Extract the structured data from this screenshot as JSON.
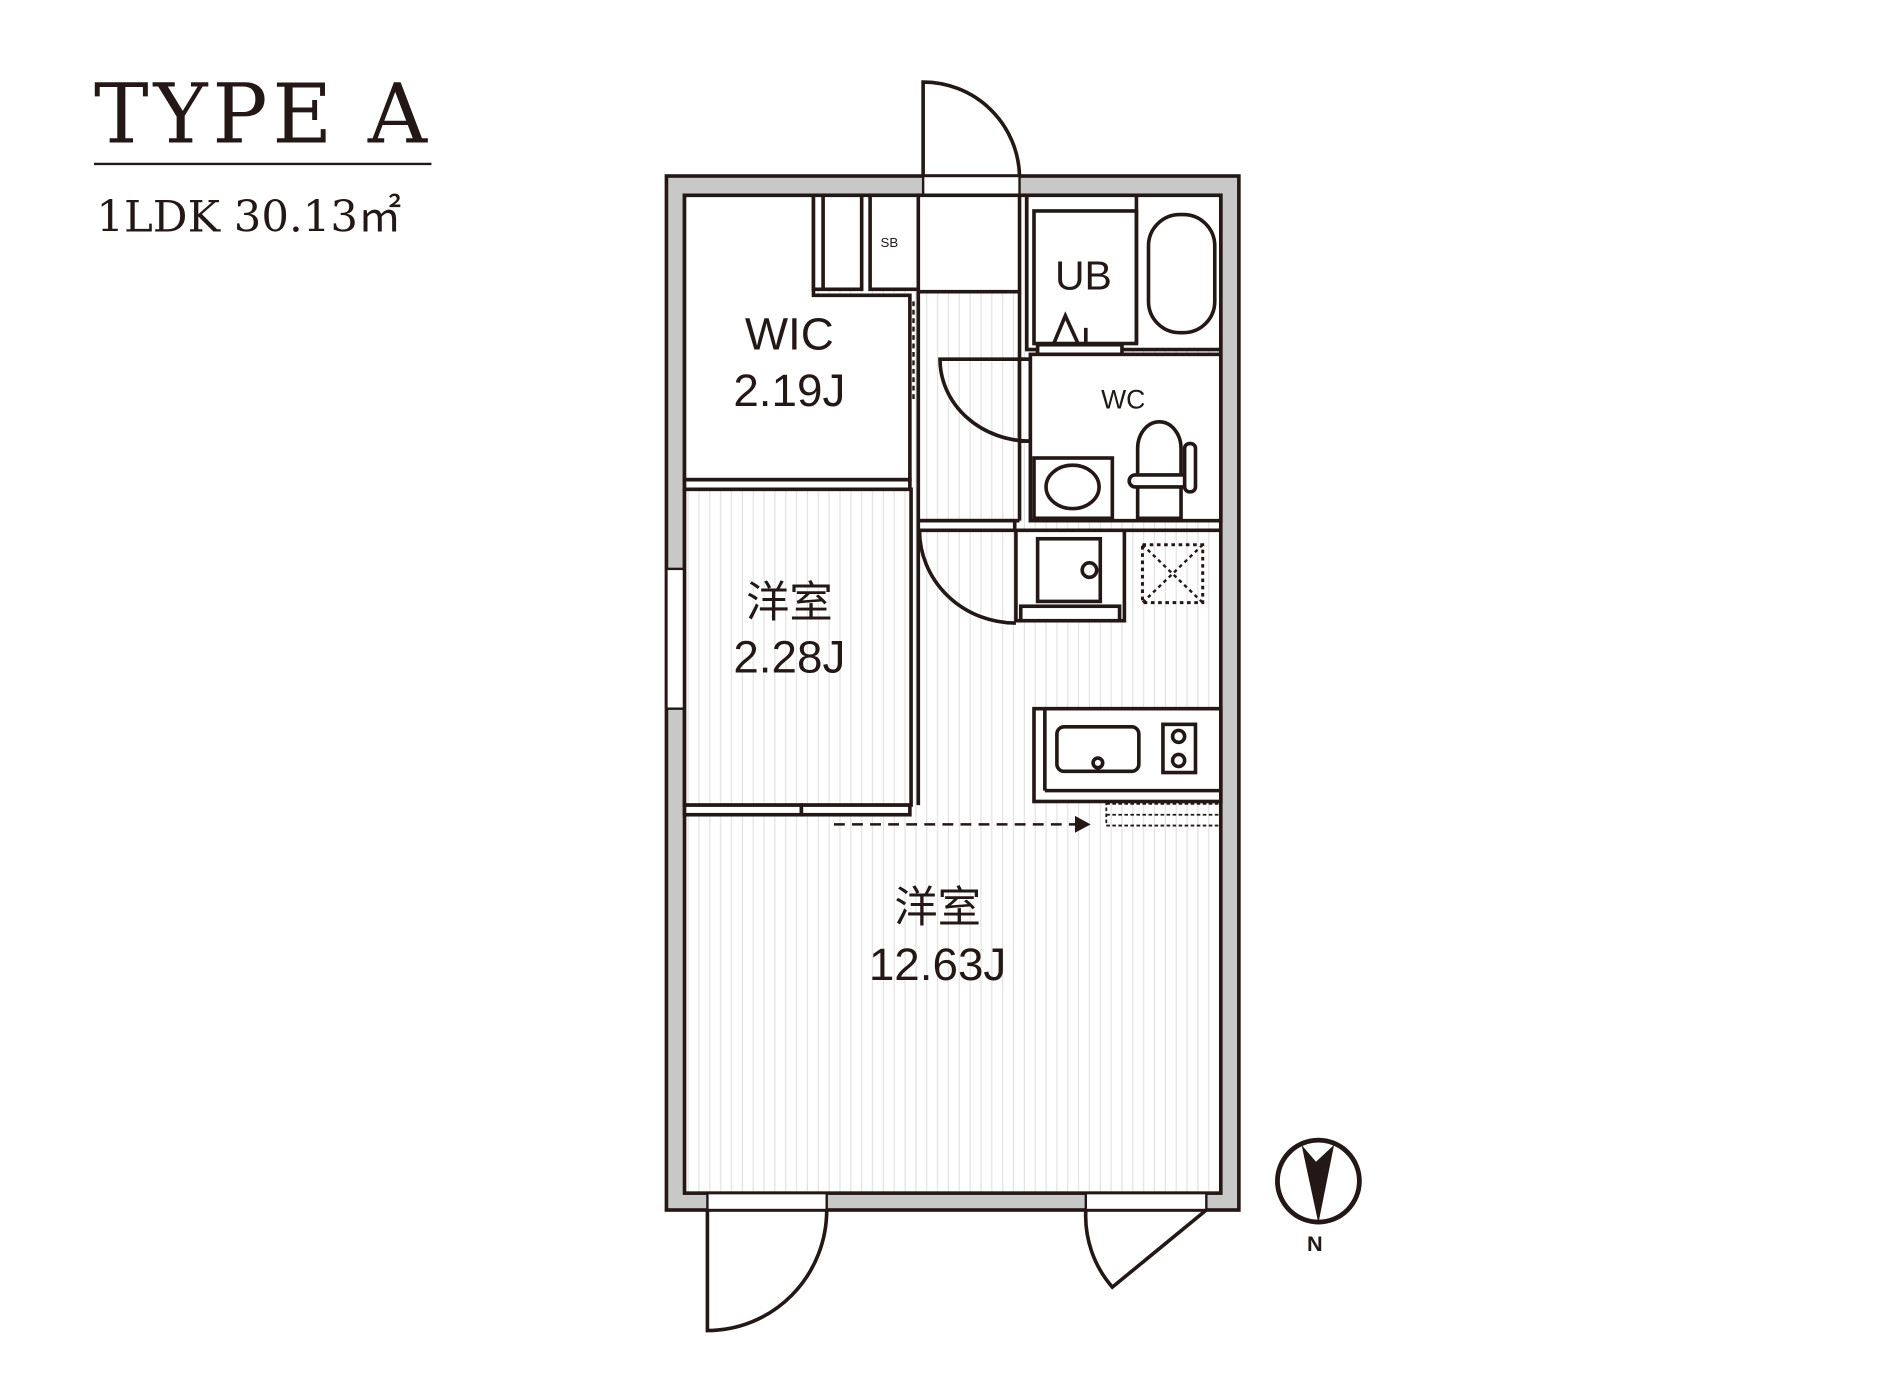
{
  "header": {
    "title": "TYPE A",
    "subtitle": "1LDK 30.13㎡"
  },
  "rooms": {
    "wic": {
      "name": "WIC",
      "size": "2.19J"
    },
    "western_small": {
      "name": "洋室",
      "size": "2.28J"
    },
    "western_large": {
      "name": "洋室",
      "size": "12.63J"
    },
    "bath": {
      "name": "UB"
    },
    "toilet": {
      "name": "WC"
    },
    "shoe_box": {
      "name": "SB"
    }
  },
  "compass": {
    "label": "N"
  },
  "colors": {
    "wall": "#c8c8c8",
    "line": "#231815",
    "floor_stripe": "#e2e2e2"
  }
}
